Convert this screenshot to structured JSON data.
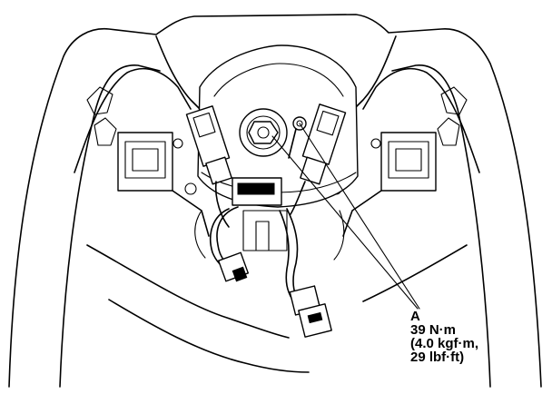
{
  "callout": {
    "letter": "A",
    "torque_nm": "39 N·m",
    "torque_kgf": "(4.0 kgf·m,",
    "torque_lbf": "29 lbf·ft)"
  }
}
